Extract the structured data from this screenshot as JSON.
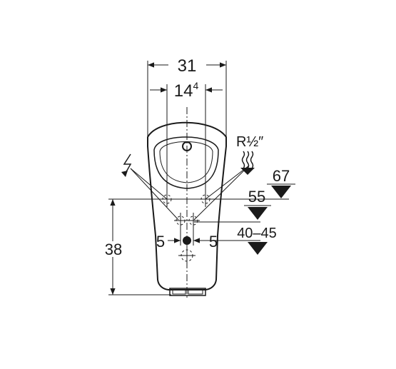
{
  "dimensions": {
    "overall_width": "31",
    "inlet_spacing_base": "14",
    "inlet_spacing_sup": "4",
    "connection": "R½″",
    "level_upper": "67",
    "level_middle": "55",
    "level_lower": "40–45",
    "height": "38",
    "offset_left": "5",
    "offset_right": "5"
  },
  "icons": {
    "electric": "lightning-icon",
    "water": "water-flow-icon",
    "level": "level-triangle-icon"
  }
}
